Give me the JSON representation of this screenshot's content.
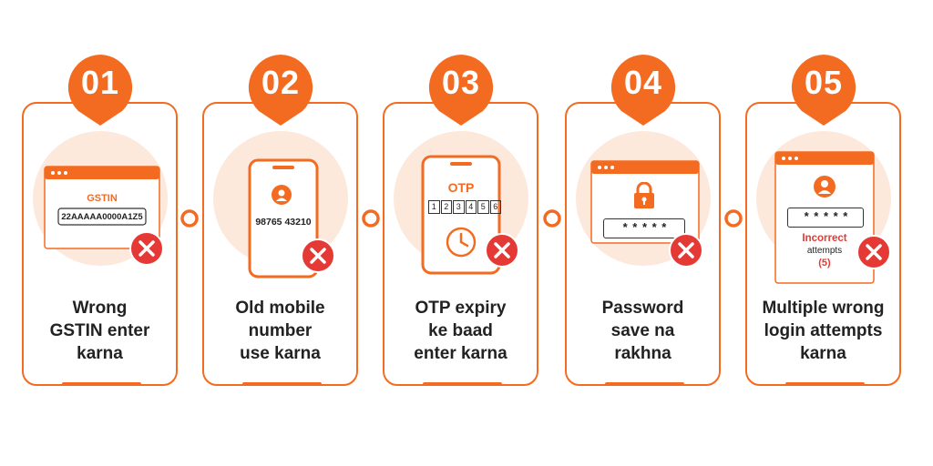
{
  "colors": {
    "accent": "#f36b21",
    "danger": "#e53935",
    "soft": "#fde8dc"
  },
  "steps": [
    {
      "number": "01",
      "caption_lines": [
        "Wrong",
        "GSTIN enter",
        "karna"
      ],
      "window_label": "GSTIN",
      "gstin_value": "22AAAAA0000A1Z5"
    },
    {
      "number": "02",
      "caption_lines": [
        "Old mobile",
        "number",
        "use karna"
      ],
      "phone_number": "98765 43210"
    },
    {
      "number": "03",
      "caption_lines": [
        "OTP expiry",
        "ke baad",
        "enter karna"
      ],
      "otp_label": "OTP",
      "otp_digits": [
        "1",
        "2",
        "3",
        "4",
        "5",
        "6"
      ]
    },
    {
      "number": "04",
      "caption_lines": [
        "Password",
        "save na",
        "rakhna"
      ],
      "password_mask": "* * * * *"
    },
    {
      "number": "05",
      "caption_lines": [
        "Multiple wrong",
        "login attempts",
        "karna"
      ],
      "password_mask": "* * * * *",
      "error_title": "Incorrect",
      "error_text": "attempts",
      "error_count": "(5)"
    }
  ]
}
